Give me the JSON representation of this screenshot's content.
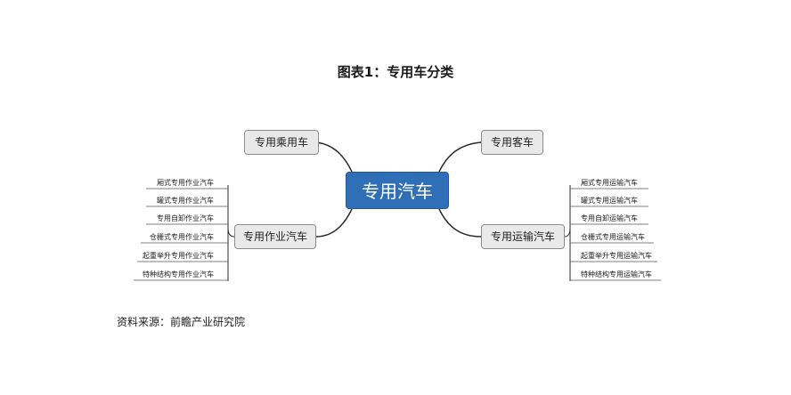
{
  "title": "图表1：专用车分类",
  "source": "资料来源：前瞻产业研究院",
  "center": "专用汽车",
  "branches": {
    "passenger": "专用乘用车",
    "bus": "专用客车",
    "operation": "专用作业汽车",
    "transport": "专用运输汽车"
  },
  "operation_items": [
    "厢式专用作业汽车",
    "罐式专用作业汽车",
    "专用自卸作业汽车",
    "仓栅式专用作业汽车",
    "起重举升专用作业汽车",
    "特种结构专用作业汽车"
  ],
  "transport_items": [
    "厢式专用运输汽车",
    "罐式专用运输汽车",
    "专用自卸运输汽车",
    "仓栅式专用运输汽车",
    "起重举升专用运输汽车",
    "特种结构专用运输汽车"
  ],
  "colors": {
    "center_fill": "#2f6fb7",
    "branch_fill": "#e9e9e9",
    "line": "#2b2b2b"
  }
}
